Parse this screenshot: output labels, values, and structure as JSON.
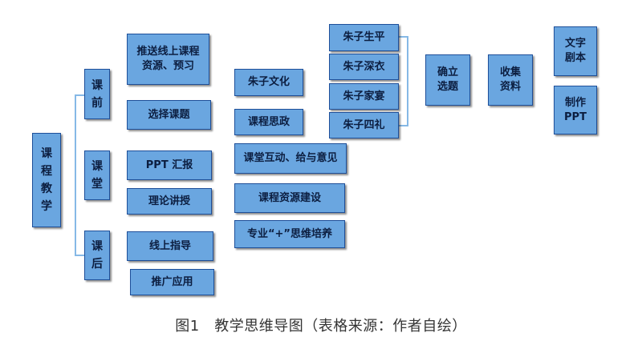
{
  "diagram": {
    "root": "课\n程\n教\n学",
    "stages": {
      "pre": "课\n前",
      "class": "课\n堂",
      "post": "课\n后"
    },
    "pre_items": {
      "push_resources": "推送线上课程\n资源、预习",
      "choose_topic": "选择课题"
    },
    "class_items": {
      "ppt_report": "PPT 汇报",
      "theory": "理论讲授"
    },
    "post_items": {
      "online_guidance": "线上指导",
      "promotion": "推广应用"
    },
    "mid_items": {
      "zhuzi_culture": "朱子文化",
      "ideology": "课程思政",
      "interaction": "课堂互动、给与意见",
      "resource_building": "课程资源建设",
      "major_plus": "专业“+”思维培养"
    },
    "topics": {
      "zhuzi_life": "朱子生平",
      "zhuzi_clothing": "朱子深衣",
      "zhuzi_banquet": "朱子家宴",
      "zhuzi_rites": "朱子四礼"
    },
    "flow": {
      "confirm_topic": "确立\n选题",
      "collect_materials": "收集\n资料",
      "script": "文字\n剧本",
      "make_ppt": "制作\nPPT"
    }
  },
  "caption": "图1　教学思维导图（表格来源：作者自绘）",
  "colors": {
    "box_fill": "#6aa6e0",
    "box_border": "#1e4f99",
    "connector": "#86b9e6",
    "text": "#0c1e40"
  }
}
